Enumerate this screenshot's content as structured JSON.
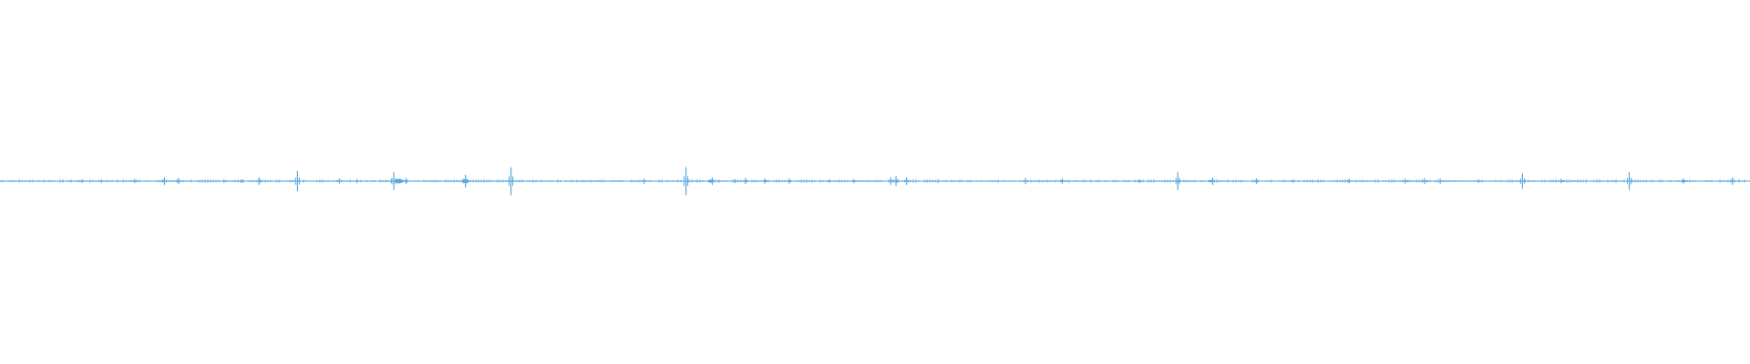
{
  "waveform": {
    "color": "#5aa8dc",
    "events": [
      {
        "t": 0.047,
        "amp": 0.05
      },
      {
        "t": 0.058,
        "amp": 0.05
      },
      {
        "t": 0.077,
        "amp": 0.08
      },
      {
        "t": 0.094,
        "amp": 0.15
      },
      {
        "t": 0.102,
        "amp": 0.12
      },
      {
        "t": 0.128,
        "amp": 0.06
      },
      {
        "t": 0.138,
        "amp": 0.05
      },
      {
        "t": 0.148,
        "amp": 0.15
      },
      {
        "t": 0.17,
        "amp": 0.4
      },
      {
        "t": 0.194,
        "amp": 0.1
      },
      {
        "t": 0.204,
        "amp": 0.08
      },
      {
        "t": 0.225,
        "amp": 0.35
      },
      {
        "t": 0.232,
        "amp": 0.12
      },
      {
        "t": 0.266,
        "amp": 0.25
      },
      {
        "t": 0.292,
        "amp": 0.55
      },
      {
        "t": 0.368,
        "amp": 0.1
      },
      {
        "t": 0.392,
        "amp": 0.55
      },
      {
        "t": 0.407,
        "amp": 0.15
      },
      {
        "t": 0.42,
        "amp": 0.08
      },
      {
        "t": 0.426,
        "amp": 0.12
      },
      {
        "t": 0.437,
        "amp": 0.1
      },
      {
        "t": 0.451,
        "amp": 0.1
      },
      {
        "t": 0.474,
        "amp": 0.06
      },
      {
        "t": 0.488,
        "amp": 0.08
      },
      {
        "t": 0.509,
        "amp": 0.15
      },
      {
        "t": 0.512,
        "amp": 0.2
      },
      {
        "t": 0.518,
        "amp": 0.15
      },
      {
        "t": 0.536,
        "amp": 0.05
      },
      {
        "t": 0.586,
        "amp": 0.12
      },
      {
        "t": 0.607,
        "amp": 0.1
      },
      {
        "t": 0.651,
        "amp": 0.05
      },
      {
        "t": 0.673,
        "amp": 0.35
      },
      {
        "t": 0.693,
        "amp": 0.15
      },
      {
        "t": 0.718,
        "amp": 0.1
      },
      {
        "t": 0.739,
        "amp": 0.06
      },
      {
        "t": 0.771,
        "amp": 0.08
      },
      {
        "t": 0.803,
        "amp": 0.1
      },
      {
        "t": 0.814,
        "amp": 0.12
      },
      {
        "t": 0.823,
        "amp": 0.1
      },
      {
        "t": 0.845,
        "amp": 0.06
      },
      {
        "t": 0.87,
        "amp": 0.3
      },
      {
        "t": 0.892,
        "amp": 0.08
      },
      {
        "t": 0.931,
        "amp": 0.35
      },
      {
        "t": 0.962,
        "amp": 0.1
      },
      {
        "t": 0.99,
        "amp": 0.15
      }
    ],
    "blobs": [
      {
        "t": 0.228,
        "amp": 0.18,
        "w": 0.006
      },
      {
        "t": 0.266,
        "amp": 0.14,
        "w": 0.005
      },
      {
        "t": 0.406,
        "amp": 0.12,
        "w": 0.004
      },
      {
        "t": 0.692,
        "amp": 0.1,
        "w": 0.004
      },
      {
        "t": 0.893,
        "amp": 0.06,
        "w": 0.004
      },
      {
        "t": 0.962,
        "amp": 0.08,
        "w": 0.003
      }
    ]
  }
}
